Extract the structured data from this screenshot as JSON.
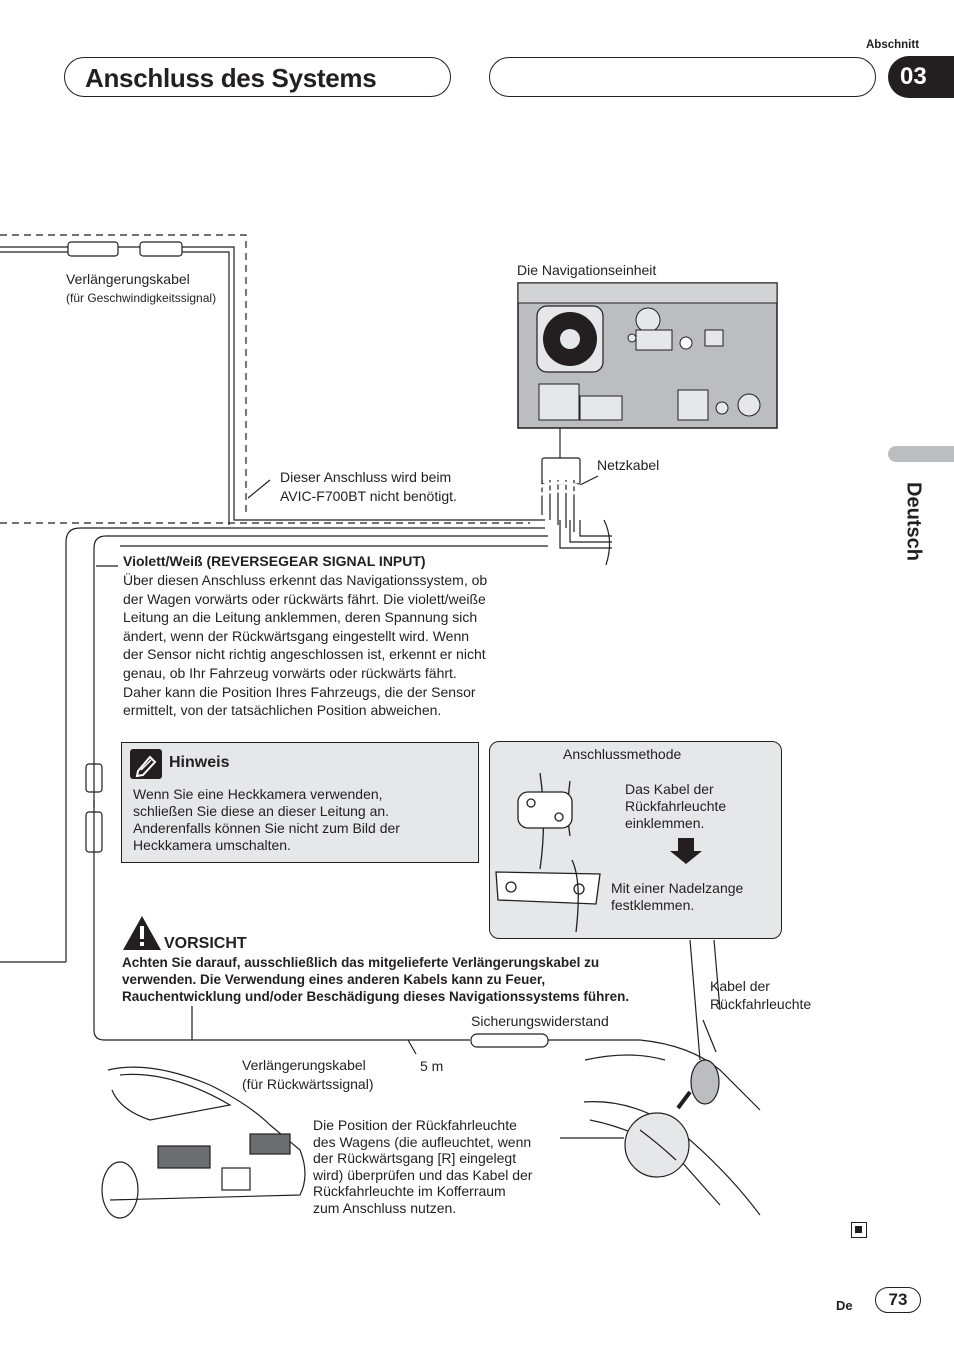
{
  "header": {
    "title": "Anschluss des Systems",
    "section_label": "Abschnitt",
    "section_number": "03"
  },
  "side_tab": {
    "language": "Deutsch"
  },
  "diagram": {
    "ext_cable_speed_label": "Verlängerungskabel",
    "ext_cable_speed_sub": "(für Geschwindigkeitssignal)",
    "nav_unit_label": "Die Navigationseinheit",
    "netzkabel_label": "Netzkabel",
    "not_needed_line1": "Dieser Anschluss wird beim",
    "not_needed_line2": "AVIC-F700BT nicht benötigt.",
    "violett_heading": "Violett/Weiß (REVERSEGEAR SIGNAL INPUT)",
    "violett_lines": [
      "Über diesen Anschluss erkennt das Navigationssystem, ob",
      "der Wagen vorwärts oder rückwärts fährt. Die violett/weiße",
      "Leitung an die Leitung anklemmen, deren Spannung sich",
      "ändert, wenn der Rückwärtsgang eingestellt wird. Wenn",
      "der Sensor nicht richtig angeschlossen ist, erkennt er nicht",
      "genau, ob Ihr Fahrzeug vorwärts oder rückwärts fährt.",
      "Daher kann die Position Ihres Fahrzeugs, die der Sensor",
      "ermittelt, von der tatsächlichen Position abweichen."
    ],
    "fuse_label": "Sicherungswiderstand",
    "ext_cable_reverse_line1": "Verlängerungskabel",
    "ext_cable_reverse_line2": "(für Rückwärtssignal)",
    "length_label": "5 m",
    "reverse_light_cable_line1": "Kabel der",
    "reverse_light_cable_line2": "Rückfahrleuchte",
    "position_lines": [
      "Die Position der Rückfahrleuchte",
      "des Wagens (die aufleuchtet, wenn",
      "der Rückwärtsgang [R] eingelegt",
      "wird) überprüfen und das Kabel der",
      "Rückfahrleuchte im Kofferraum",
      "zum Anschluss nutzen."
    ]
  },
  "hinweis": {
    "title": "Hinweis",
    "lines": [
      "Wenn Sie eine Heckkamera verwenden,",
      "schließen Sie diese an dieser Leitung an.",
      "Anderenfalls können Sie nicht zum Bild der",
      "Heckkamera umschalten."
    ]
  },
  "method": {
    "title": "Anschlussmethode",
    "step1_lines": [
      "Das Kabel der",
      "Rückfahrleuchte",
      "einklemmen."
    ],
    "step2_lines": [
      "Mit einer Nadelzange",
      "festklemmen."
    ]
  },
  "caution": {
    "title": "VORSICHT",
    "lines": [
      "Achten Sie darauf, ausschließlich das mitgelieferte Verlängerungskabel zu",
      "verwenden. Die Verwendung eines anderen Kabels kann zu Feuer,",
      "Rauchentwicklung und/oder Beschädigung dieses Navigationssystems führen."
    ]
  },
  "footer": {
    "lang_code": "De",
    "page_number": "73"
  }
}
